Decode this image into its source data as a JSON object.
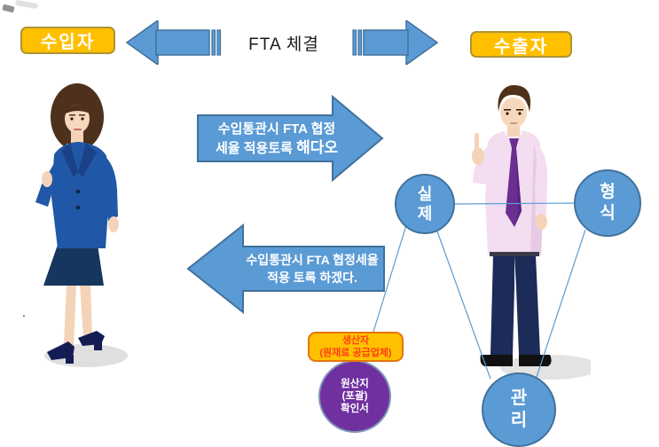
{
  "header": {
    "importer": "수입자",
    "agreement": "FTA 체결",
    "exporter": "수출자"
  },
  "request_arrow": {
    "line1": "수입통관시 FTA 협정",
    "line2_regular": "세율 적용토록 ",
    "line2_bold": "해다오"
  },
  "reply_arrow": {
    "line1": "수입통관시 FTA 협정세율",
    "line2": "적용 토록 하겠다."
  },
  "circles": {
    "actual": {
      "line1": "실",
      "line2": "제"
    },
    "formal": {
      "line1": "형",
      "line2": "식"
    },
    "manage": {
      "line1": "관",
      "line2": "리"
    },
    "origin_cert": {
      "line1": "원산지",
      "line2": "(포괄)",
      "line3": "확인서"
    }
  },
  "producer": {
    "line1": "생산자",
    "line2": "(원재료 공급업체)"
  },
  "stray_mark": ".",
  "colors": {
    "shape_blue": "#5B9BD5",
    "shape_blue_border": "#41719C",
    "thin_line_blue": "#5B9BD5",
    "amber": "#FFC000",
    "amber_border": "#AE9334",
    "producer_border": "#E8740C",
    "producer_text": "#FF4013",
    "purple": "#7030A0"
  }
}
